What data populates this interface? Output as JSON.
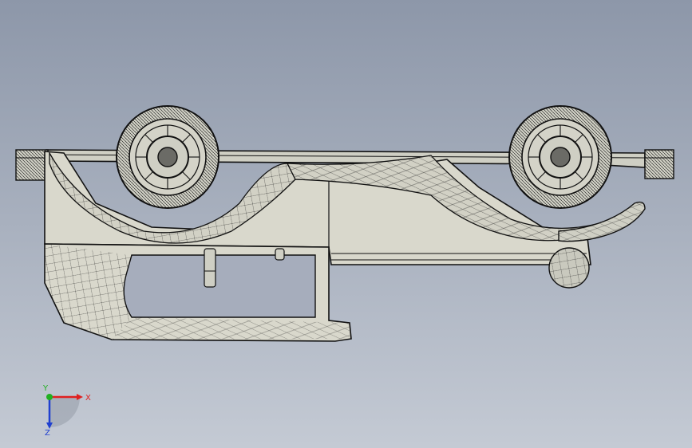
{
  "viewport": {
    "background_top": "#8d97a9",
    "background_bottom": "#c4cad4"
  },
  "model": {
    "body_color": "#d9d8cc",
    "edge_color": "#111111"
  },
  "triad": {
    "x_label": "X",
    "y_label": "Y",
    "z_label": "Z",
    "x_color": "#e02020",
    "y_color": "#20b020",
    "z_color": "#2040d0"
  }
}
